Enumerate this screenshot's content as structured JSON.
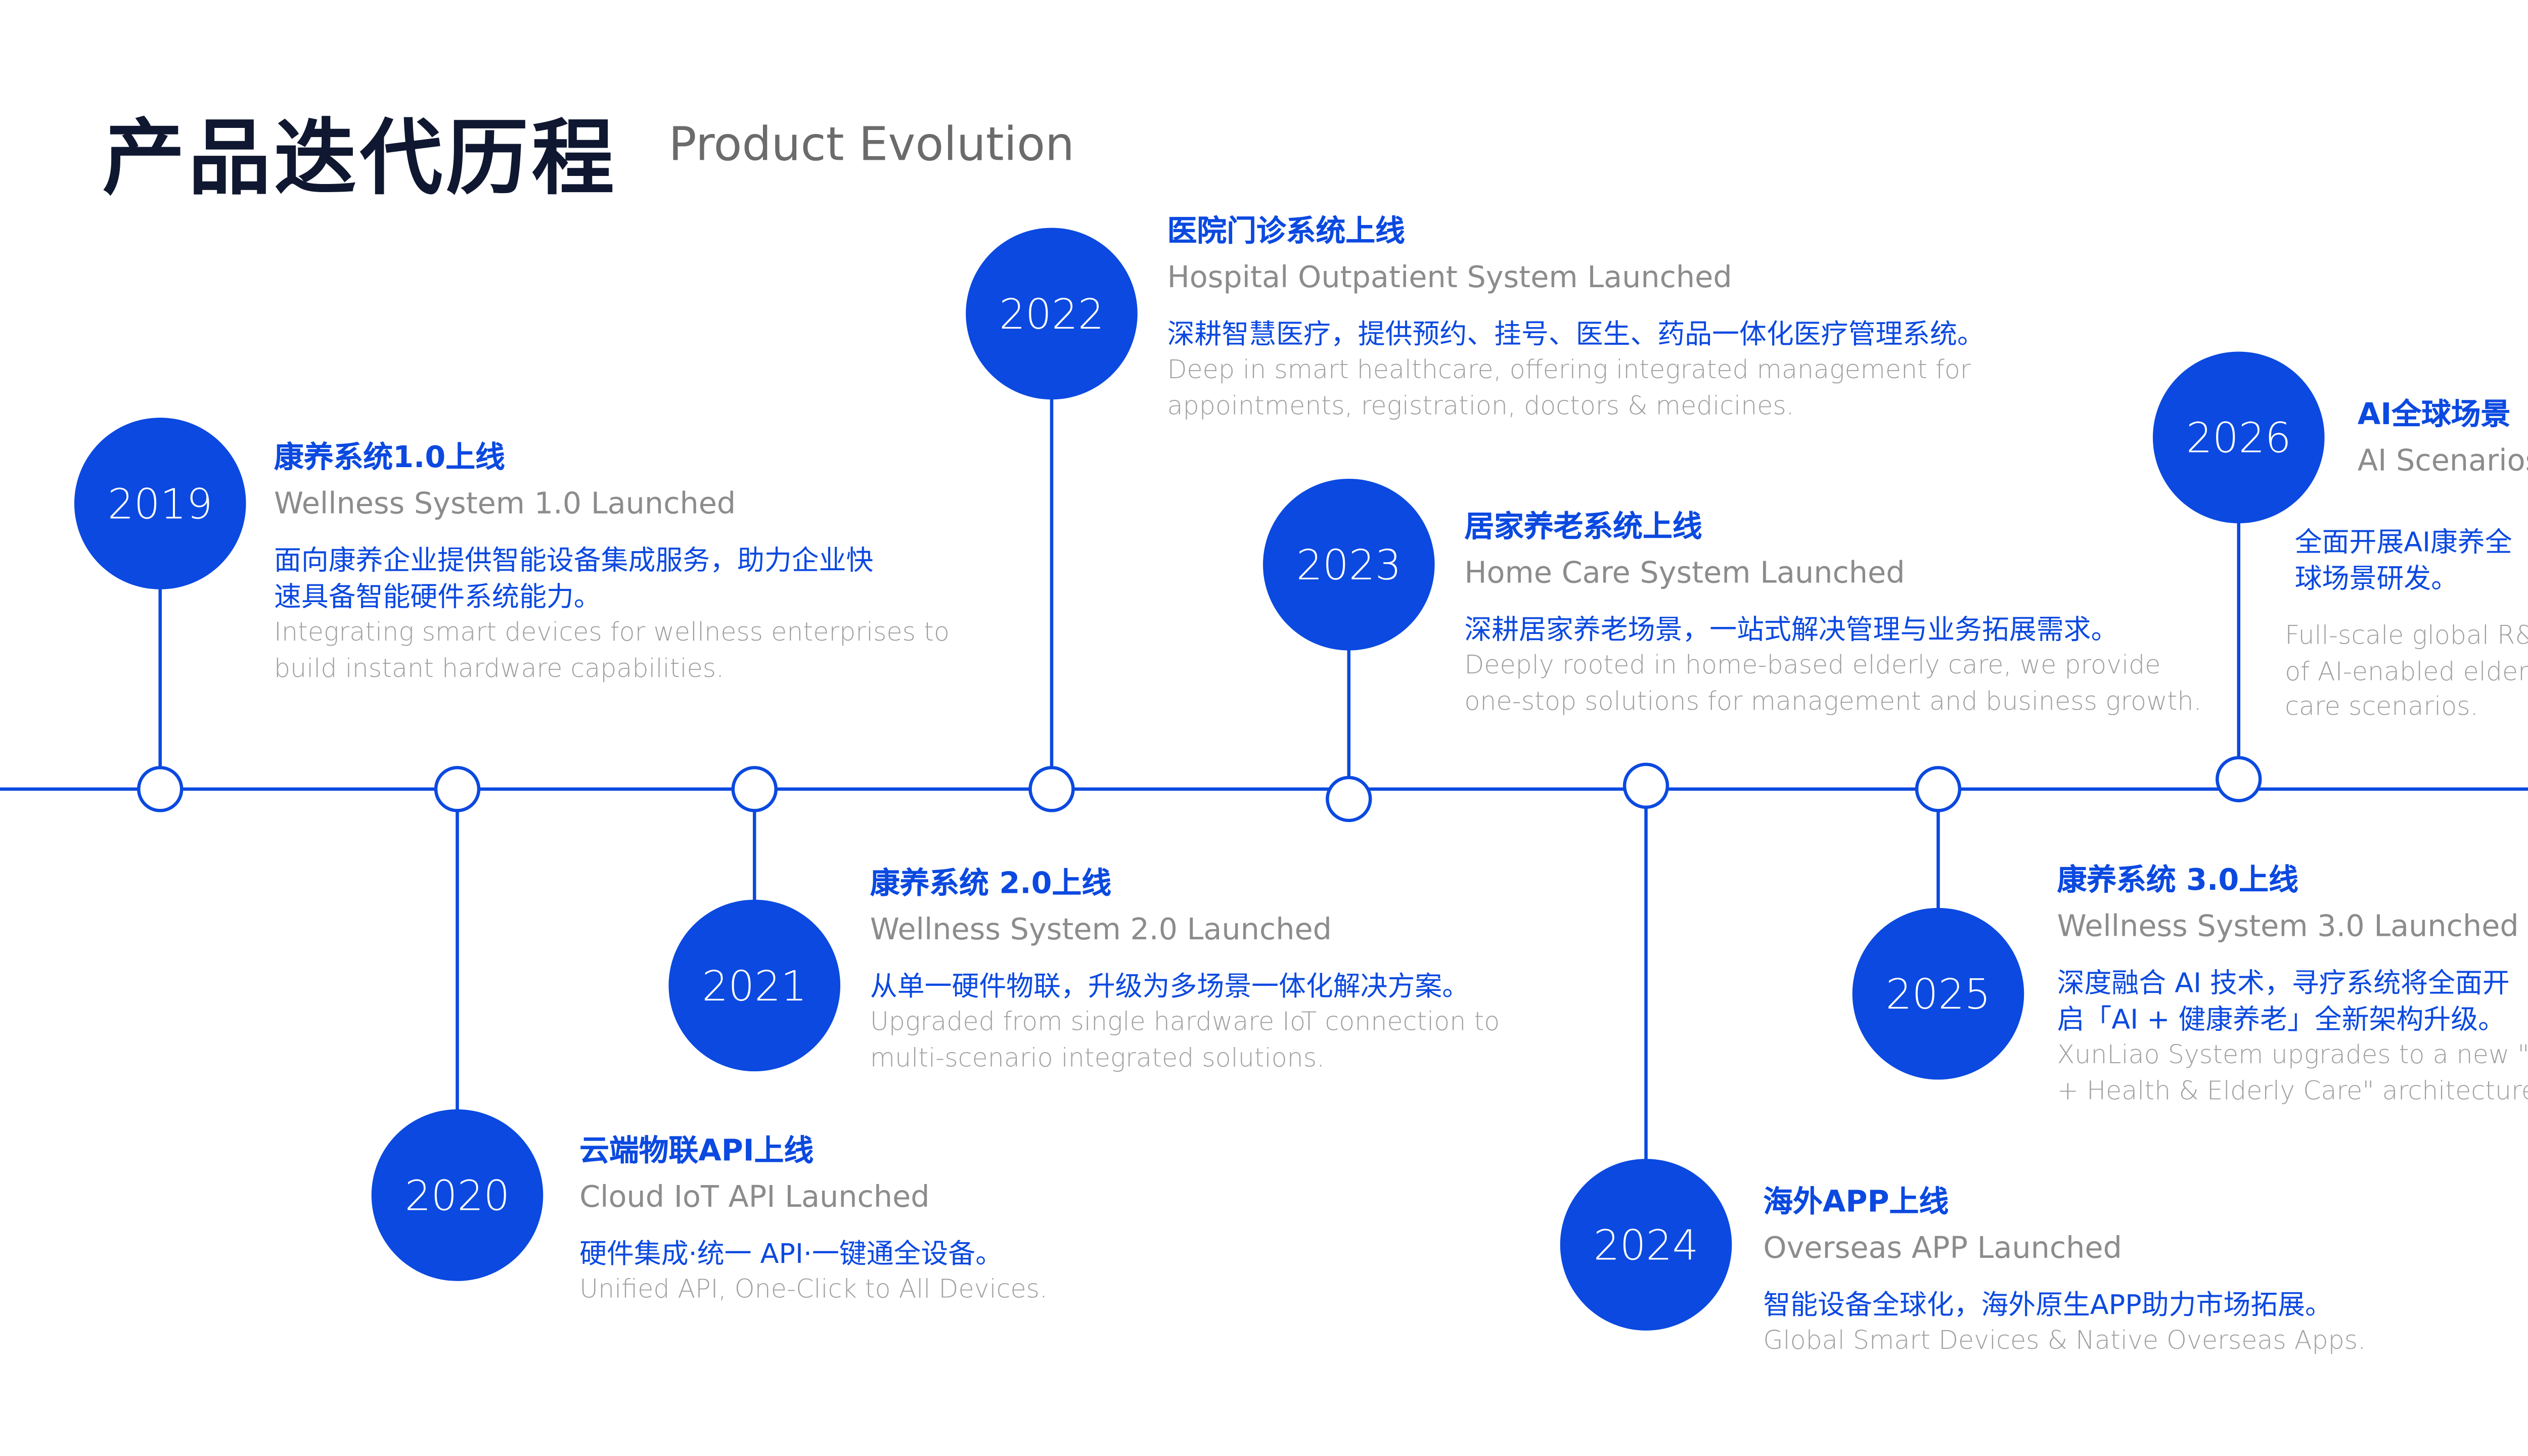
{
  "header": {
    "title_cn": "产品迭代历程",
    "title_en": "Product Evolution"
  },
  "accent": "#0b49e0",
  "milestones": [
    {
      "year": "2019",
      "title_cn": "康养系统1.0上线",
      "title_en": "Wellness System 1.0 Launched",
      "desc_cn": [
        "面向康养企业提供智能设备集成服务，助力企业快",
        "速具备智能硬件系统能力。"
      ],
      "desc_en": [
        "Integrating smart devices for wellness enterprises to",
        "build instant hardware capabilities."
      ]
    },
    {
      "year": "2020",
      "title_cn": "云端物联API上线",
      "title_en": "Cloud IoT API Launched",
      "desc_cn": [
        "硬件集成·统一 API·一键通全设备。"
      ],
      "desc_en": [
        "Unified API, One-Click to All Devices."
      ]
    },
    {
      "year": "2021",
      "title_cn": "康养系统 2.0上线",
      "title_en": "Wellness System 2.0 Launched",
      "desc_cn": [
        "从单一硬件物联，升级为多场景一体化解决方案。"
      ],
      "desc_en": [
        "Upgraded from single hardware IoT connection to",
        "multi-scenario integrated solutions."
      ]
    },
    {
      "year": "2022",
      "title_cn": "医院门诊系统上线",
      "title_en": "Hospital Outpatient System Launched",
      "desc_cn": [
        "深耕智慧医疗，提供预约、挂号、医生、药品一体化医疗管理系统。"
      ],
      "desc_en": [
        "Deep in smart healthcare, offering integrated management for",
        "appointments, registration, doctors & medicines."
      ]
    },
    {
      "year": "2023",
      "title_cn": "居家养老系统上线",
      "title_en": "Home Care System Launched",
      "desc_cn": [
        "深耕居家养老场景，一站式解决管理与业务拓展需求。"
      ],
      "desc_en": [
        "Deeply rooted in home-based elderly care, we provide",
        "one-stop solutions for management and business growth."
      ]
    },
    {
      "year": "2024",
      "title_cn": "海外APP上线",
      "title_en": "Overseas APP Launched",
      "desc_cn": [
        "智能设备全球化，海外原生APP助力市场拓展。"
      ],
      "desc_en": [
        "Global Smart Devices & Native Overseas Apps."
      ]
    },
    {
      "year": "2025",
      "title_cn": "康养系统 3.0上线",
      "title_en": "Wellness System 3.0 Launched",
      "desc_cn": [
        "深度融合 AI 技术，寻疗系统将全面开",
        "启「AI + 健康养老」全新架构升级。"
      ],
      "desc_en": [
        "XunLiao System upgrades to a new \"AI",
        "+ Health & Elderly Care\" architecture."
      ]
    },
    {
      "year": "2026",
      "title_cn": "AI全球场景",
      "title_en": "AI Scenarios",
      "desc_cn": [
        "全面开展AI康养全",
        "球场景研发。"
      ],
      "desc_en": [
        "Full-scale global R&D",
        "of AI-enabled elderly",
        "care scenarios."
      ]
    }
  ]
}
